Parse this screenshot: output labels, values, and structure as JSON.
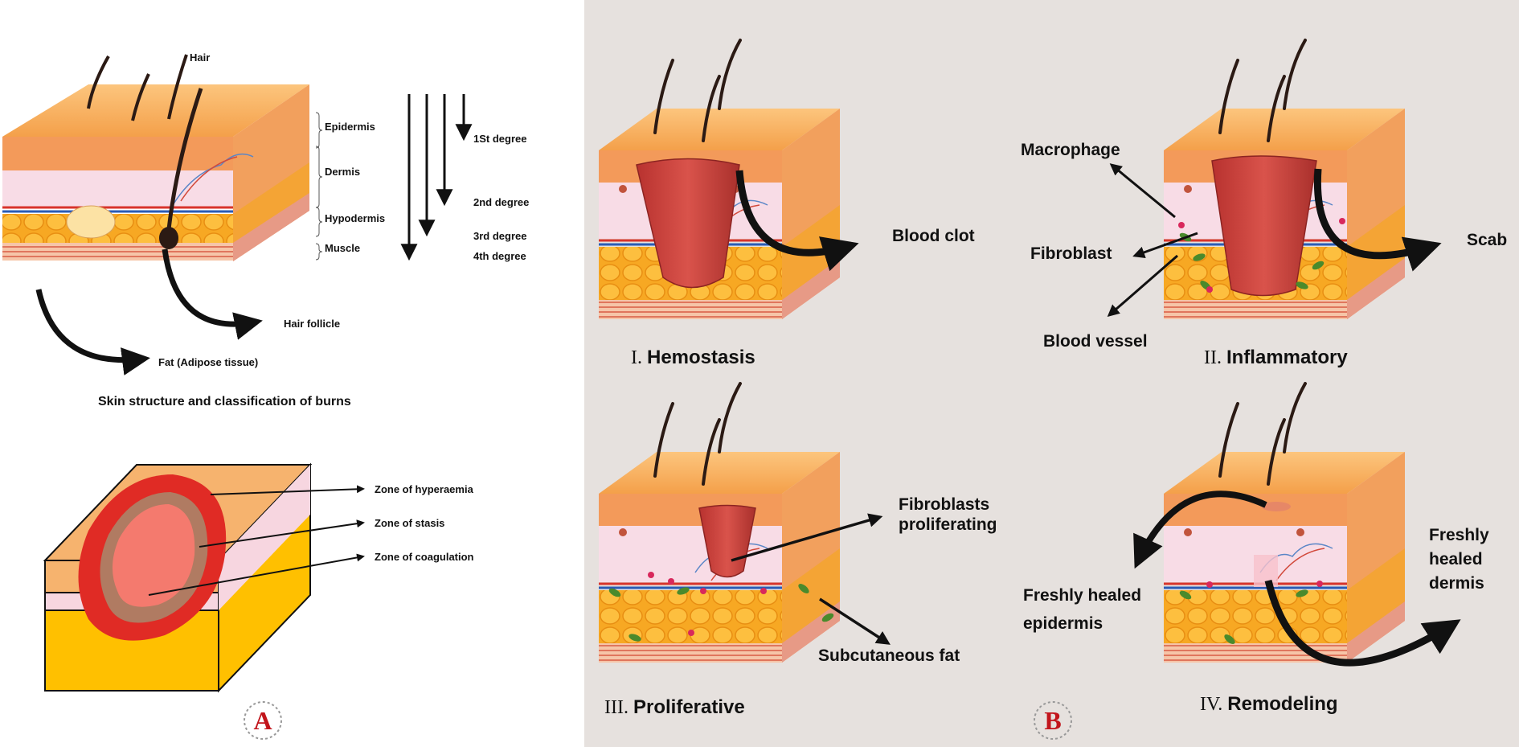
{
  "panel_a": {
    "skin_labels": {
      "hair": "Hair",
      "epidermis": "Epidermis",
      "dermis": "Dermis",
      "hypodermis": "Hypodermis",
      "muscle": "Muscle",
      "hair_follicle": "Hair follicle",
      "fat": "Fat (Adipose tissue)"
    },
    "burn_degrees": [
      "1St degree",
      "2nd degree",
      "3rd degree",
      "4th degree"
    ],
    "title": "Skin structure and classification of burns",
    "zones": [
      "Zone of hyperaemia",
      "Zone of stasis",
      "Zone of coagulation"
    ],
    "badge": "A",
    "colors": {
      "hyperaemia": "#e02b25",
      "stasis": "#b07b62",
      "coagulation": "#f47a6e",
      "block_top": "#f6b36e",
      "block_layer": "#f7d6e0",
      "block_fat": "#ffc000"
    }
  },
  "panel_b": {
    "badge": "B",
    "stages": [
      {
        "numeral": "I",
        "name": "Hemostasis",
        "labels": [
          "Blood clot"
        ]
      },
      {
        "numeral": "II",
        "name": "Inflammatory",
        "labels": [
          "Macrophage",
          "Fibroblast",
          "Blood vessel",
          "Scab"
        ]
      },
      {
        "numeral": "III",
        "name": "Proliferative",
        "labels": [
          "Fibroblasts proliferating",
          "Subcutaneous fat"
        ]
      },
      {
        "numeral": "IV",
        "name": "Remodeling",
        "labels": [
          "Freshly healed epidermis",
          "Freshly healed dermis"
        ]
      }
    ]
  }
}
